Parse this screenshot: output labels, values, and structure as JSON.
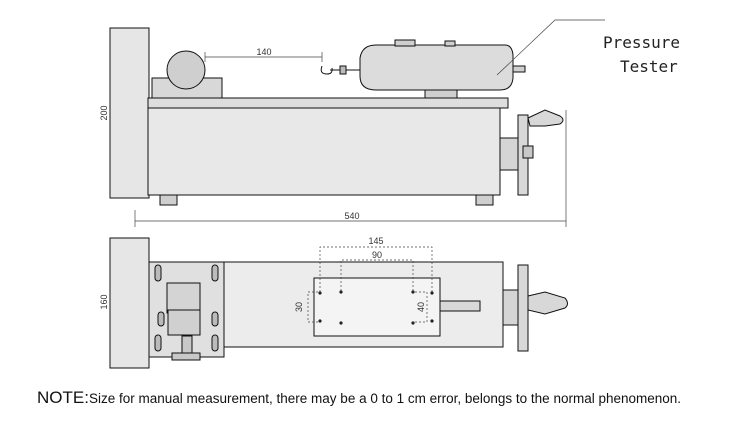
{
  "callout": {
    "line1": "Pressure",
    "line2": "Tester"
  },
  "dimensions": {
    "height_side": "200",
    "length": "540",
    "span_top": "140",
    "height_base": "160",
    "plate_outer": "145",
    "plate_inner": "90",
    "plate_left": "30",
    "plate_right": "40"
  },
  "note": {
    "prefix": "NOTE:",
    "text": "Size for manual measurement, there may be a 0 to 1 cm error, belongs to the normal phenomenon."
  }
}
